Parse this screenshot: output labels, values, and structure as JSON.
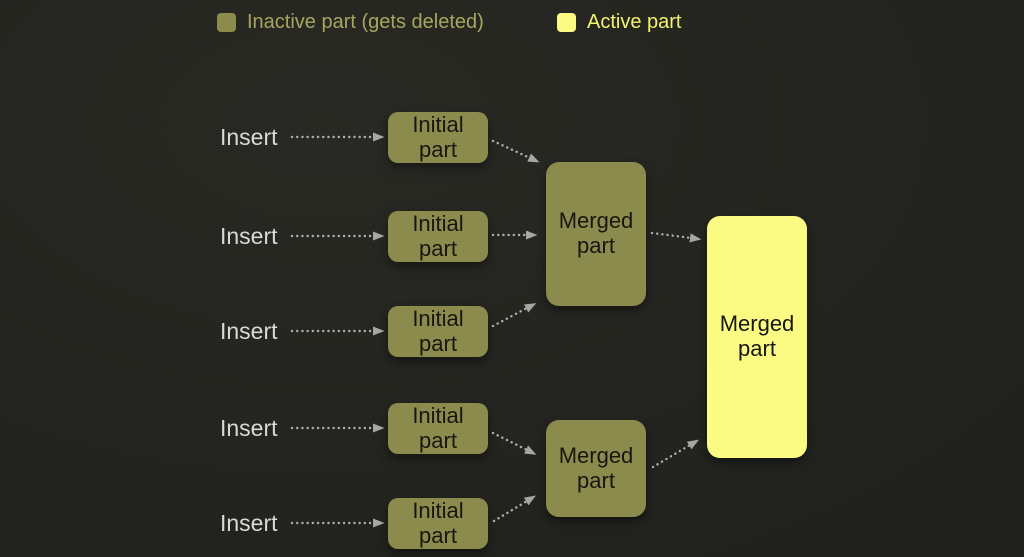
{
  "legend": {
    "inactive": {
      "label": "Inactive part (gets deleted)",
      "color": "#8b8b4e"
    },
    "active": {
      "label": "Active part",
      "color": "#fbfb84"
    }
  },
  "diagram": {
    "rows": [
      {
        "insert_label": "Insert",
        "part_label": "Initial part"
      },
      {
        "insert_label": "Insert",
        "part_label": "Initial part"
      },
      {
        "insert_label": "Insert",
        "part_label": "Initial part"
      },
      {
        "insert_label": "Insert",
        "part_label": "Initial part"
      },
      {
        "insert_label": "Insert",
        "part_label": "Initial part"
      }
    ],
    "merged_top": {
      "label": "Merged part"
    },
    "merged_bottom": {
      "label": "Merged part"
    },
    "merged_final": {
      "label": "Merged part"
    }
  },
  "colors": {
    "background": "#232320",
    "inactive_part": "#8b8b4e",
    "active_part": "#fbfb84",
    "box_text": "#17170f",
    "insert_text": "#d9d9d9",
    "legend_inactive_text": "#a6a65f",
    "legend_active_text": "#f3f370",
    "arrow": "#aeaeae"
  }
}
